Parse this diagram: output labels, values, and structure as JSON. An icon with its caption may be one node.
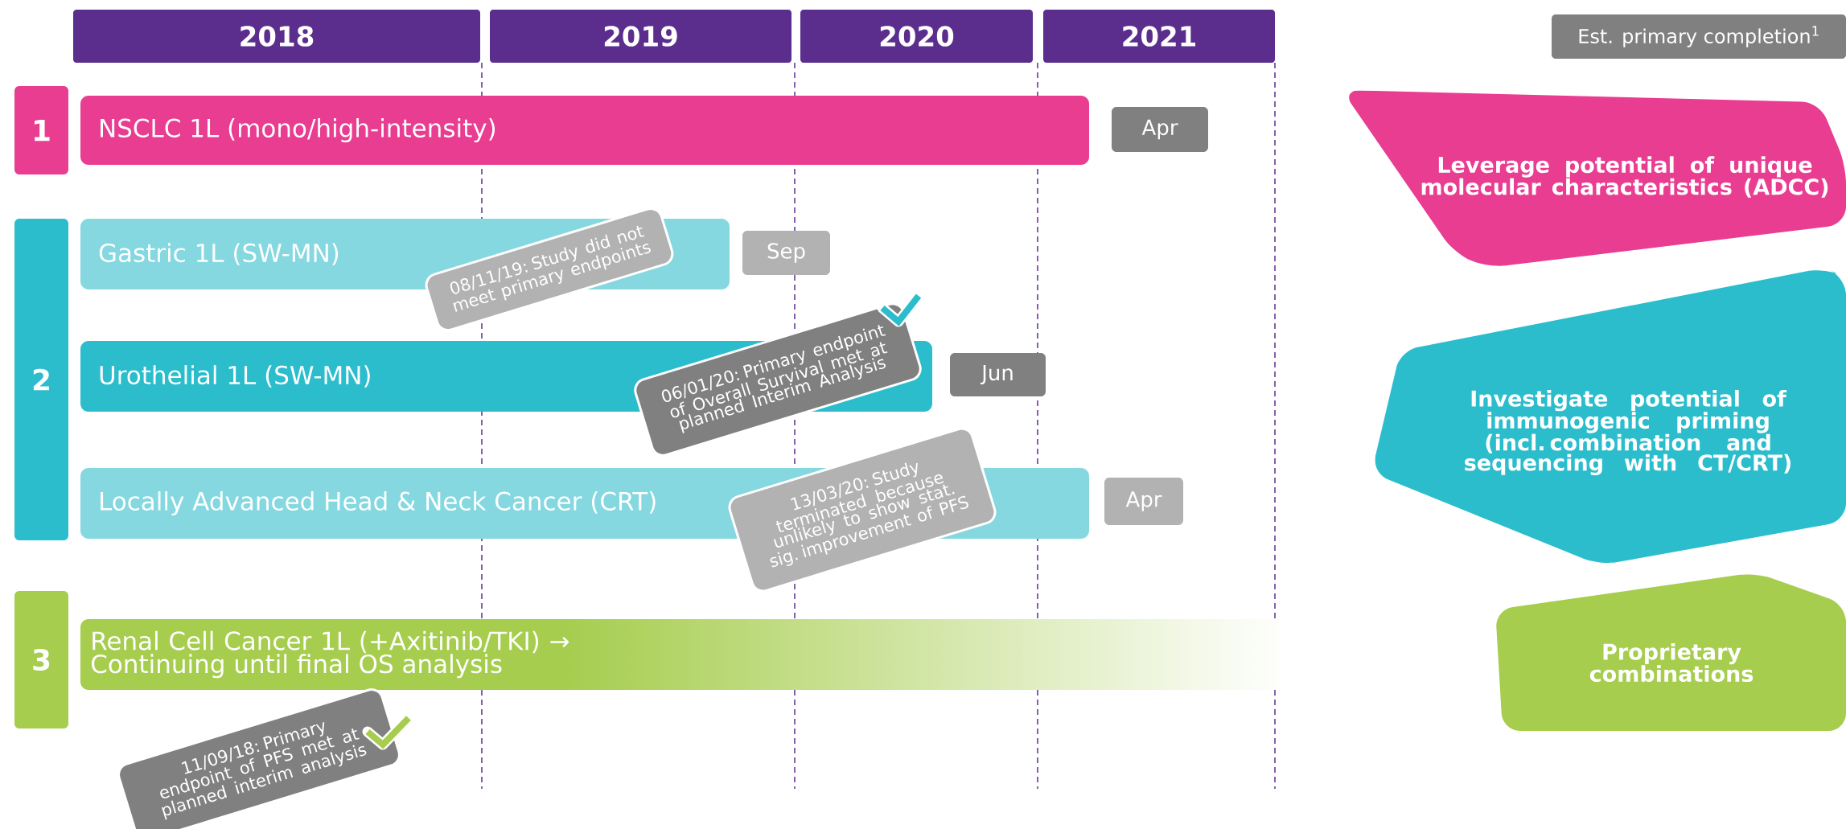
{
  "diagram": {
    "nodes": [
      {
        "text": [
          "2018"
        ]
      },
      {
        "text": [
          "2019"
        ]
      },
      {
        "text": [
          "2020"
        ]
      },
      {
        "text": [
          "2021"
        ]
      },
      {
        "text": [
          "Est. primary completion$^{1}$"
        ]
      },
      {
        "text": [
          "1"
        ]
      },
      {
        "text": [
          "NSCLC 1L (mono/high-intensity)"
        ]
      },
      {
        "text": [
          "Apr"
        ]
      },
      {
        "text": [
          "2"
        ]
      },
      {
        "text": [
          "Gastric 1L (SW-MN)"
        ]
      },
      {
        "text": [
          "Sep"
        ]
      },
      {
        "text": [
          "08/11/19: Study did not meet primary endpoints"
        ]
      },
      {
        "text": [
          "Urothelial 1L (SW-MN)"
        ]
      },
      {
        "text": [
          "Jun"
        ]
      },
      {
        "text": [
          "06/01/20: Primary endpoint of Overall Survival met at planned Interim Analysis"
        ]
      },
      {
        "text": [
          "Locally Advanced Head & Neck Cancer (CRT)"
        ]
      },
      {
        "text": [
          "Apr"
        ]
      },
      {
        "text": [
          "13/03/20: Study terminated because unlikely to show stat. sig. improvement of PFS"
        ]
      },
      {
        "text": [
          "3"
        ]
      },
      {
        "text": [
          "Renal Cell Cancer 1L (+Axitinib/TKI) → Continuing until final OS analysis"
        ]
      },
      {
        "text": [
          "11/09/18: Primary endpoint of PFS met at planned interim analysis"
        ]
      },
      {
        "text": [
          "Leverage potential of unique molecular characteristics (ADCC)"
        ]
      },
      {
        "text": [
          "Investigate potential of immunogenic priming (incl. combination and sequencing with CT/CRT)"
        ]
      },
      {
        "text": [
          "Proprietary combinations"
        ]
      }
    ]
  }
}
